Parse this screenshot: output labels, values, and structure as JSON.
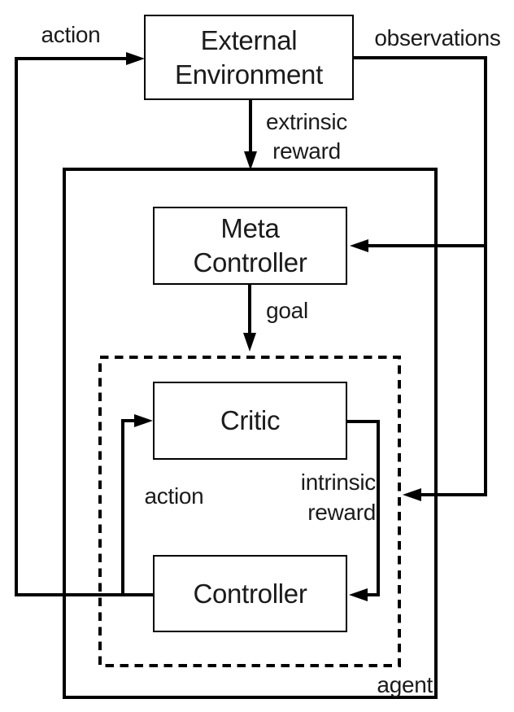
{
  "diagram": {
    "title": "hierarchical reinforcement learning agent diagram",
    "colors": {
      "background": "#ffffff",
      "line": "#000000",
      "text": "#1b1b1b"
    },
    "boxes": {
      "external_environment": {
        "lines": [
          "External",
          "Environment"
        ]
      },
      "meta_controller": {
        "lines": [
          "Meta",
          "Controller"
        ]
      },
      "critic": {
        "label": "Critic"
      },
      "controller": {
        "label": "Controller"
      }
    },
    "labels": {
      "action_top": "action",
      "observations": "observations",
      "extrinsic_reward": [
        "extrinsic",
        "reward"
      ],
      "goal": "goal",
      "action_inner": "action",
      "intrinsic_reward": [
        "intrinsic",
        "reward"
      ],
      "agent": "agent"
    },
    "edges": [
      {
        "label": "action",
        "from": "Controller",
        "to": "External Environment"
      },
      {
        "label": "action",
        "from": "Controller",
        "to": "Critic"
      },
      {
        "label": "observations",
        "from": "External Environment",
        "to": "Meta Controller"
      },
      {
        "label": "observations",
        "from": "External Environment",
        "to": "Critic / Controller (dashed sub-agent)"
      },
      {
        "label": "extrinsic reward",
        "from": "External Environment",
        "to": "agent"
      },
      {
        "label": "goal",
        "from": "Meta Controller",
        "to": "Critic / Controller (dashed sub-agent)"
      },
      {
        "label": "intrinsic reward",
        "from": "Critic",
        "to": "Controller"
      }
    ]
  }
}
